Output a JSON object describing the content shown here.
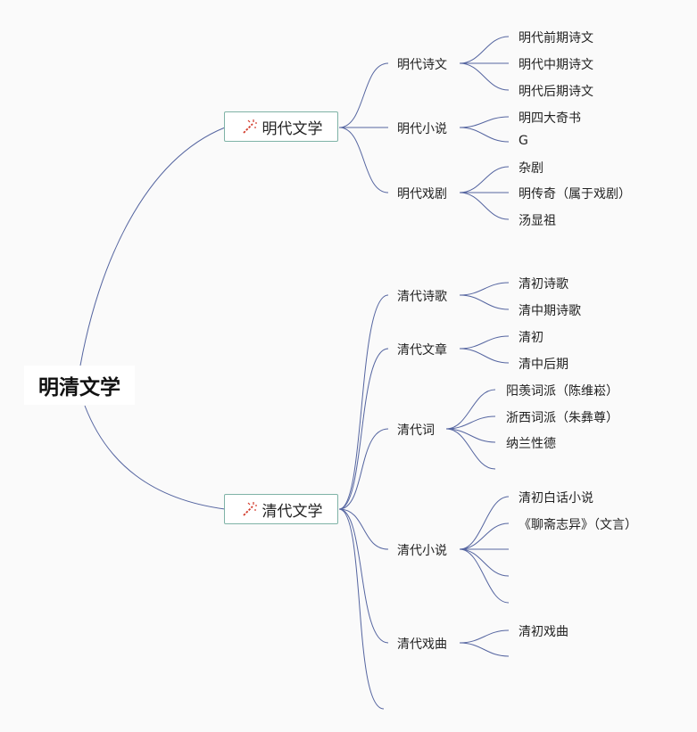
{
  "root": "明清文学",
  "colors": {
    "line": "#5565a0",
    "branch_border": "#7fb3a6",
    "icon": "#d23a2a"
  },
  "branch_icon": "magic-wand-icon",
  "ming": {
    "label": "明代文学",
    "poetry": {
      "label": "明代诗文",
      "leaves": [
        "明代前期诗文",
        "明代中期诗文",
        "明代后期诗文"
      ]
    },
    "novel": {
      "label": "明代小说",
      "leaves": [
        "明四大奇书",
        "G"
      ]
    },
    "drama": {
      "label": "明代戏剧",
      "leaves": [
        "杂剧",
        "明传奇（属于戏剧）",
        "汤显祖"
      ]
    }
  },
  "qing": {
    "label": "清代文学",
    "poetry": {
      "label": "清代诗歌",
      "leaves": [
        "清初诗歌",
        "清中期诗歌"
      ]
    },
    "prose": {
      "label": "清代文章",
      "leaves": [
        "清初",
        "清中后期"
      ]
    },
    "ci": {
      "label": "清代词",
      "leaves": [
        "阳羡词派（陈维崧）",
        "浙西词派（朱彝尊）",
        "纳兰性德"
      ]
    },
    "novel": {
      "label": "清代小说",
      "leaves": [
        "清初白话小说",
        "《聊斋志异》（文言）"
      ]
    },
    "drama": {
      "label": "清代戏曲",
      "leaves": [
        "清初戏曲"
      ]
    }
  }
}
